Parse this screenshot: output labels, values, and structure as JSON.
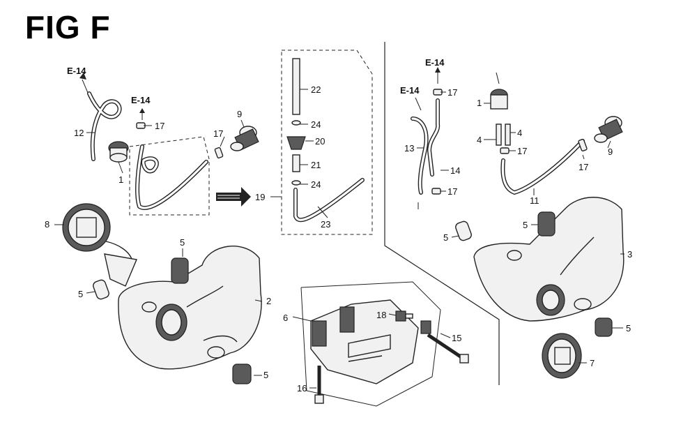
{
  "figure": {
    "title": "FIG F"
  },
  "refs": {
    "e14_left": "E-14",
    "e14_mid": "E-14",
    "e14_right_a": "E-14",
    "e14_right_b": "E-14"
  },
  "labels": {
    "c1_left": "1",
    "c2": "2",
    "c5_a": "5",
    "c5_b": "5",
    "c5_c": "5",
    "c8": "8",
    "c9_left": "9",
    "c12": "12",
    "c17_a": "17",
    "c17_b": "17",
    "c19": "19",
    "c20": "20",
    "c21": "21",
    "c22": "22",
    "c23": "23",
    "c24_a": "24",
    "c24_b": "24",
    "c6": "6",
    "c15": "15",
    "c16": "16",
    "c18": "18",
    "c13": "13",
    "c14": "14",
    "c17_c": "17",
    "c17_d": "17",
    "c1_right": "1",
    "c4_a": "4",
    "c4_b": "4",
    "c17_e": "17",
    "c17_f": "17",
    "c9_right": "9",
    "c11": "11",
    "c3": "3",
    "c5_d": "5",
    "c5_e": "5",
    "c5_f": "5",
    "c7": "7"
  },
  "icons": {
    "arrow": "arrow-right-icon"
  }
}
